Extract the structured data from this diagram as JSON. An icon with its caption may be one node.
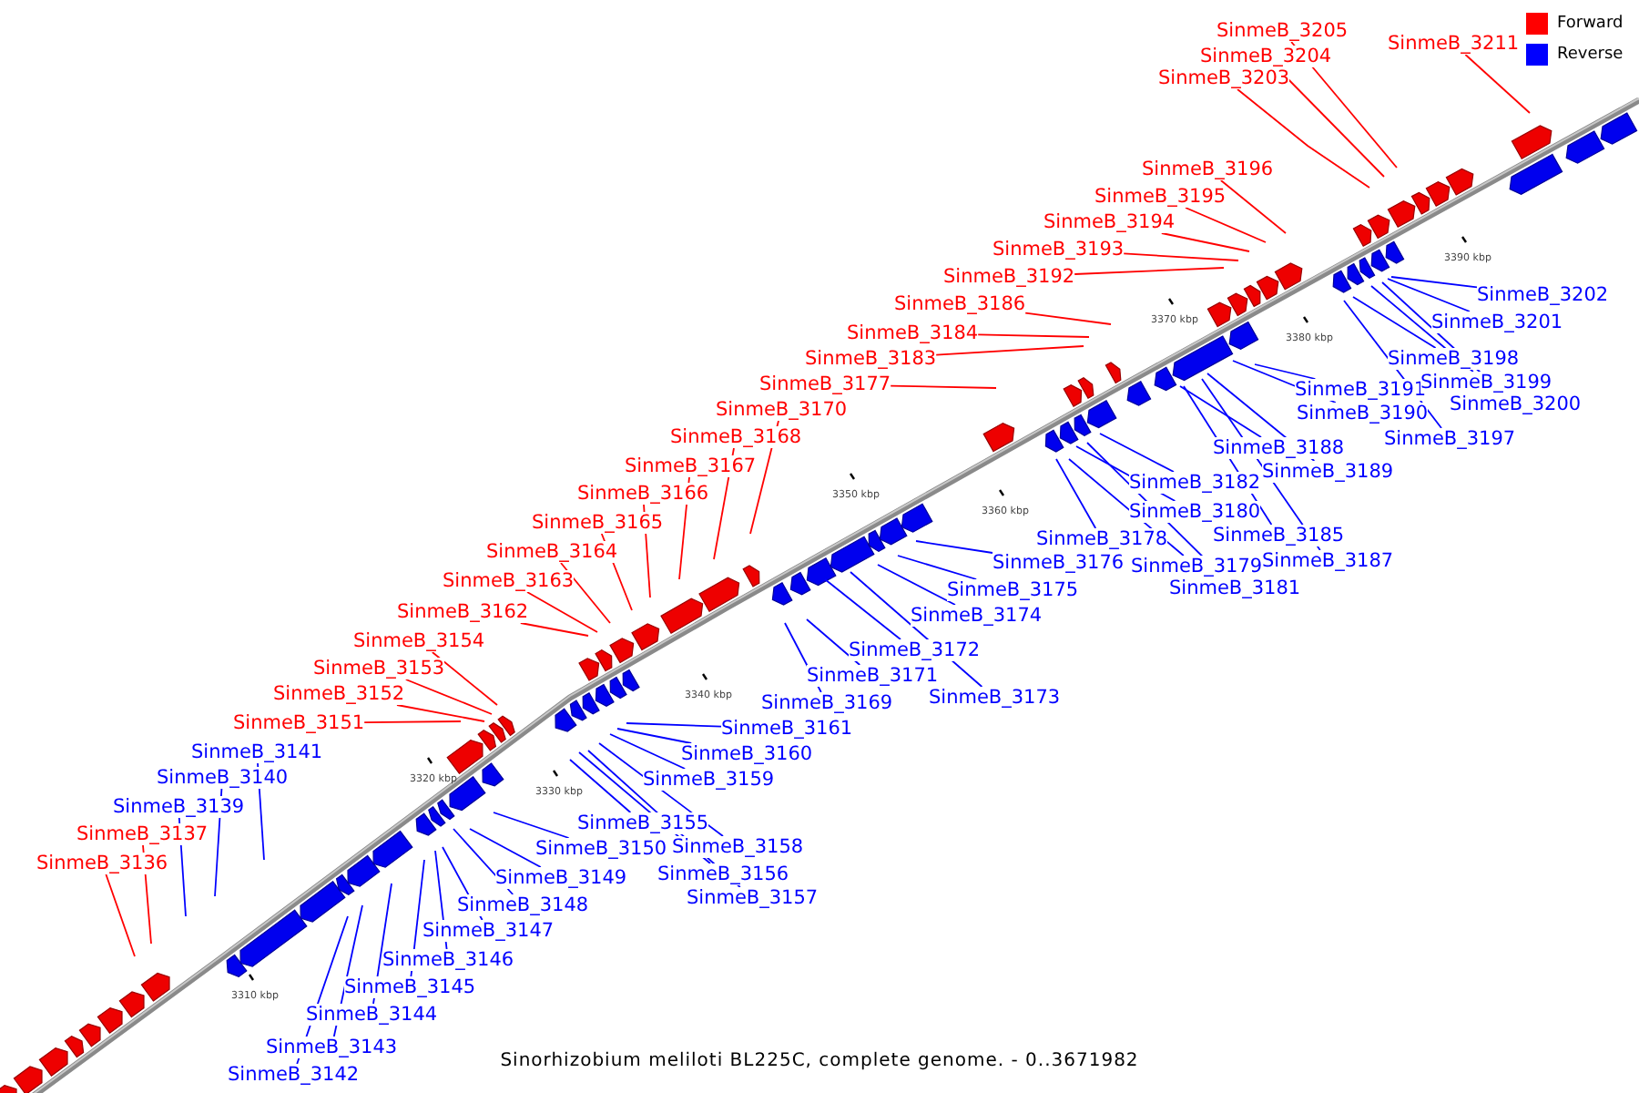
{
  "diagram": {
    "caption": "Sinorhizobium meliloti BL225C, complete genome. - 0..3671982",
    "nodes": [
      {
        "text": [
          "SinmeB_3205"
        ]
      },
      {
        "text": [
          "SinmeB_3204"
        ]
      },
      {
        "text": [
          "SinmeB_3203"
        ]
      },
      {
        "text": [
          "SinmeB_3211"
        ]
      },
      {
        "text": [
          "SinmeB_3196"
        ]
      },
      {
        "text": [
          "SinmeB_3195"
        ]
      },
      {
        "text": [
          "SinmeB_3194"
        ]
      },
      {
        "text": [
          "SinmeB_3193"
        ]
      },
      {
        "text": [
          "SinmeB_3192"
        ]
      },
      {
        "text": [
          "SinmeB_3186"
        ]
      },
      {
        "text": [
          "SinmeB_3184"
        ]
      },
      {
        "text": [
          "SinmeB_3183"
        ]
      },
      {
        "text": [
          "SinmeB_3177"
        ]
      },
      {
        "text": [
          "SinmeB_3170"
        ]
      },
      {
        "text": [
          "SinmeB_3168"
        ]
      },
      {
        "text": [
          "SinmeB_3167"
        ]
      },
      {
        "text": [
          "SinmeB_3166"
        ]
      },
      {
        "text": [
          "SinmeB_3165"
        ]
      },
      {
        "text": [
          "SinmeB_3164"
        ]
      },
      {
        "text": [
          "SinmeB_3163"
        ]
      },
      {
        "text": [
          "SinmeB_3162"
        ]
      },
      {
        "text": [
          "SinmeB_3154"
        ]
      },
      {
        "text": [
          "SinmeB_3153"
        ]
      },
      {
        "text": [
          "SinmeB_3152"
        ]
      },
      {
        "text": [
          "SinmeB_3151"
        ]
      },
      {
        "text": [
          "SinmeB_3137"
        ]
      },
      {
        "text": [
          "SinmeB_3136"
        ]
      },
      {
        "text": [
          "SinmeB_3141"
        ]
      },
      {
        "text": [
          "SinmeB_3140"
        ]
      },
      {
        "text": [
          "SinmeB_3139"
        ]
      },
      {
        "text": [
          "SinmeB_3142"
        ]
      },
      {
        "text": [
          "SinmeB_3143"
        ]
      },
      {
        "text": [
          "SinmeB_3144"
        ]
      },
      {
        "text": [
          "SinmeB_3145"
        ]
      },
      {
        "text": [
          "SinmeB_3146"
        ]
      },
      {
        "text": [
          "SinmeB_3147"
        ]
      },
      {
        "text": [
          "SinmeB_3148"
        ]
      },
      {
        "text": [
          "SinmeB_3149"
        ]
      },
      {
        "text": [
          "SinmeB_3150"
        ]
      },
      {
        "text": [
          "SinmeB_3155"
        ]
      },
      {
        "text": [
          "SinmeB_3156"
        ]
      },
      {
        "text": [
          "SinmeB_3157"
        ]
      },
      {
        "text": [
          "SinmeB_3158"
        ]
      },
      {
        "text": [
          "SinmeB_3159"
        ]
      },
      {
        "text": [
          "SinmeB_3160"
        ]
      },
      {
        "text": [
          "SinmeB_3161"
        ]
      },
      {
        "text": [
          "SinmeB_3169"
        ]
      },
      {
        "text": [
          "SinmeB_3171"
        ]
      },
      {
        "text": [
          "SinmeB_3172"
        ]
      },
      {
        "text": [
          "SinmeB_3173"
        ]
      },
      {
        "text": [
          "SinmeB_3174"
        ]
      },
      {
        "text": [
          "SinmeB_3175"
        ]
      },
      {
        "text": [
          "SinmeB_3176"
        ]
      },
      {
        "text": [
          "SinmeB_3178"
        ]
      },
      {
        "text": [
          "SinmeB_3179"
        ]
      },
      {
        "text": [
          "SinmeB_3180"
        ]
      },
      {
        "text": [
          "SinmeB_3181"
        ]
      },
      {
        "text": [
          "SinmeB_3182"
        ]
      },
      {
        "text": [
          "SinmeB_3185"
        ]
      },
      {
        "text": [
          "SinmeB_3187"
        ]
      },
      {
        "text": [
          "SinmeB_3188"
        ]
      },
      {
        "text": [
          "SinmeB_3189"
        ]
      },
      {
        "text": [
          "SinmeB_3190"
        ]
      },
      {
        "text": [
          "SinmeB_3191"
        ]
      },
      {
        "text": [
          "SinmeB_3197"
        ]
      },
      {
        "text": [
          "SinmeB_3198"
        ]
      },
      {
        "text": [
          "SinmeB_3199"
        ]
      },
      {
        "text": [
          "SinmeB_3200"
        ]
      },
      {
        "text": [
          "SinmeB_3201"
        ]
      },
      {
        "text": [
          "SinmeB_3202"
        ]
      }
    ],
    "edges": [
      {
        "from": 0,
        "to": null,
        "arrow": "none",
        "color": "#ff0000"
      },
      {
        "from": 1,
        "to": null,
        "arrow": "none",
        "color": "#ff0000"
      },
      {
        "from": 2,
        "to": null,
        "arrow": "none",
        "color": "#ff0000"
      },
      {
        "from": 3,
        "to": null,
        "arrow": "none",
        "color": "#ff0000"
      },
      {
        "from": 4,
        "to": null,
        "arrow": "none",
        "color": "#ff0000"
      },
      {
        "from": 5,
        "to": null,
        "arrow": "none",
        "color": "#ff0000"
      },
      {
        "from": 6,
        "to": null,
        "arrow": "none",
        "color": "#ff0000"
      },
      {
        "from": 7,
        "to": null,
        "arrow": "none",
        "color": "#ff0000"
      },
      {
        "from": 8,
        "to": null,
        "arrow": "none",
        "color": "#ff0000"
      },
      {
        "from": 9,
        "to": null,
        "arrow": "none",
        "color": "#ff0000"
      },
      {
        "from": 10,
        "to": null,
        "arrow": "none",
        "color": "#ff0000"
      },
      {
        "from": 11,
        "to": null,
        "arrow": "none",
        "color": "#ff0000"
      },
      {
        "from": 12,
        "to": null,
        "arrow": "none",
        "color": "#ff0000"
      },
      {
        "from": 13,
        "to": null,
        "arrow": "none",
        "color": "#ff0000"
      },
      {
        "from": 14,
        "to": null,
        "arrow": "none",
        "color": "#ff0000"
      },
      {
        "from": 15,
        "to": null,
        "arrow": "none",
        "color": "#ff0000"
      },
      {
        "from": 16,
        "to": null,
        "arrow": "none",
        "color": "#ff0000"
      },
      {
        "from": 17,
        "to": null,
        "arrow": "none",
        "color": "#ff0000"
      },
      {
        "from": 18,
        "to": null,
        "arrow": "none",
        "color": "#ff0000"
      },
      {
        "from": 19,
        "to": null,
        "arrow": "none",
        "color": "#ff0000"
      },
      {
        "from": 20,
        "to": null,
        "arrow": "none",
        "color": "#ff0000"
      },
      {
        "from": 21,
        "to": null,
        "arrow": "none",
        "color": "#ff0000"
      },
      {
        "from": 22,
        "to": null,
        "arrow": "none",
        "color": "#ff0000"
      },
      {
        "from": 23,
        "to": null,
        "arrow": "none",
        "color": "#ff0000"
      },
      {
        "from": 24,
        "to": null,
        "arrow": "none",
        "color": "#ff0000"
      },
      {
        "from": 25,
        "to": null,
        "arrow": "none",
        "color": "#ff0000"
      },
      {
        "from": 26,
        "to": null,
        "arrow": "none",
        "color": "#ff0000"
      },
      {
        "from": 27,
        "to": null,
        "arrow": "none"
      },
      {
        "from": 28,
        "to": null,
        "arrow": "none"
      },
      {
        "from": 29,
        "to": null,
        "arrow": "none"
      },
      {
        "from": 30,
        "to": null,
        "arrow": "none"
      },
      {
        "from": 31,
        "to": null,
        "arrow": "none"
      },
      {
        "from": 32,
        "to": null,
        "arrow": "none"
      },
      {
        "from": 33,
        "to": null,
        "arrow": "none"
      },
      {
        "from": 34,
        "to": null,
        "arrow": "none"
      },
      {
        "from": 35,
        "to": null,
        "arrow": "none"
      },
      {
        "from": 36,
        "to": null,
        "arrow": "none"
      },
      {
        "from": 37,
        "to": null,
        "arrow": "none"
      },
      {
        "from": 38,
        "to": null,
        "arrow": "none"
      },
      {
        "from": 39,
        "to": null,
        "arrow": "none"
      },
      {
        "from": 40,
        "to": null,
        "arrow": "none"
      },
      {
        "from": 41,
        "to": null,
        "arrow": "none"
      },
      {
        "from": 42,
        "to": null,
        "arrow": "none"
      },
      {
        "from": 43,
        "to": null,
        "arrow": "none"
      },
      {
        "from": 44,
        "to": null,
        "arrow": "none"
      },
      {
        "from": 45,
        "to": null,
        "arrow": "none"
      },
      {
        "from": 46,
        "to": null,
        "arrow": "none"
      },
      {
        "from": 47,
        "to": null,
        "arrow": "none"
      },
      {
        "from": 48,
        "to": null,
        "arrow": "none"
      },
      {
        "from": 49,
        "to": null,
        "arrow": "none"
      },
      {
        "from": 50,
        "to": null,
        "arrow": "none"
      },
      {
        "from": 51,
        "to": null,
        "arrow": "none"
      },
      {
        "from": 52,
        "to": null,
        "arrow": "none"
      },
      {
        "from": 53,
        "to": null,
        "arrow": "none"
      },
      {
        "from": 54,
        "to": null,
        "arrow": "none"
      },
      {
        "from": 55,
        "to": null,
        "arrow": "none"
      },
      {
        "from": 56,
        "to": null,
        "arrow": "none"
      },
      {
        "from": 57,
        "to": null,
        "arrow": "none"
      },
      {
        "from": 58,
        "to": null,
        "arrow": "none"
      },
      {
        "from": 59,
        "to": null,
        "arrow": "none"
      },
      {
        "from": 60,
        "to": null,
        "arrow": "none"
      },
      {
        "from": 61,
        "to": null,
        "arrow": "none"
      },
      {
        "from": 62,
        "to": null,
        "arrow": "none"
      },
      {
        "from": 63,
        "to": null,
        "arrow": "none"
      },
      {
        "from": 64,
        "to": null,
        "arrow": "none"
      },
      {
        "from": 65,
        "to": null,
        "arrow": "none"
      },
      {
        "from": 66,
        "to": null,
        "arrow": "none"
      },
      {
        "from": 67,
        "to": null,
        "arrow": "none"
      },
      {
        "from": 68,
        "to": null,
        "arrow": "none"
      },
      {
        "from": 69,
        "to": null,
        "arrow": "none"
      }
    ],
    "labels": [
      "3310 kbp",
      "3320 kbp",
      "3330 kbp",
      "3340 kbp",
      "3350 kbp",
      "3360 kbp",
      "3370 kbp",
      "3380 kbp",
      "3390 kbp"
    ],
    "legend": [
      {
        "text": "Forward",
        "color": "#ff0000"
      },
      {
        "text": "Reverse",
        "color": "#0000ff"
      }
    ]
  }
}
